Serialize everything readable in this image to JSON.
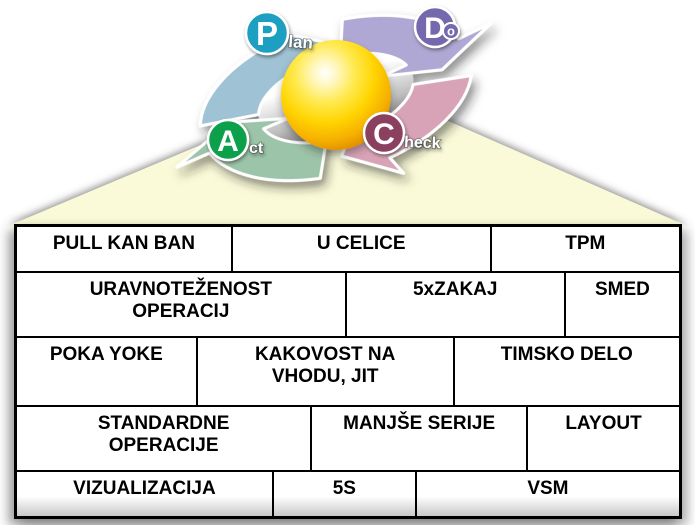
{
  "figure": {
    "title": "PDCA cycle over pyramid of lean tools",
    "pdca": {
      "segments": [
        {
          "id": "plan",
          "word": "Plan",
          "letter": "P",
          "rest": "lan",
          "arrow_color": "#9fc3d4",
          "badge_color": "#1d9fc0"
        },
        {
          "id": "do",
          "word": "Do",
          "letter": "D",
          "rest": "o",
          "arrow_color": "#b0a8d4",
          "badge_color": "#7467ad"
        },
        {
          "id": "check",
          "word": "Check",
          "letter": "C",
          "rest": "heck",
          "arrow_color": "#d8a3b6",
          "badge_color": "#8c3f5e"
        },
        {
          "id": "act",
          "word": "Act",
          "letter": "A",
          "rest": "ct",
          "arrow_color": "#9cc4a8",
          "badge_color": "#0da04c"
        }
      ],
      "sphere_color": "#ffd400",
      "pyramid_color": "#fafad8"
    }
  },
  "table": {
    "rows": [
      {
        "cells": [
          {
            "lines": [
              "PULL KAN BAN"
            ]
          },
          {
            "lines": [
              "U CELICE"
            ]
          },
          {
            "lines": [
              "TPM"
            ]
          }
        ]
      },
      {
        "cells": [
          {
            "lines": [
              "URAVNOTEŽENOST",
              "OPERACIJ"
            ]
          },
          {
            "lines": [
              "5xZAKAJ"
            ]
          },
          {
            "lines": [
              "SMED"
            ]
          }
        ]
      },
      {
        "cells": [
          {
            "lines": [
              "POKA YOKE"
            ]
          },
          {
            "lines": [
              "KAKOVOST NA",
              "VHODU, JIT"
            ]
          },
          {
            "lines": [
              "TIMSKO DELO"
            ]
          }
        ]
      },
      {
        "cells": [
          {
            "lines": [
              "STANDARDNE",
              "OPERACIJE"
            ]
          },
          {
            "lines": [
              "MANJŠE SERIJE"
            ]
          },
          {
            "lines": [
              "LAYOUT"
            ]
          }
        ]
      },
      {
        "cells": [
          {
            "lines": [
              "VIZUALIZACIJA"
            ]
          },
          {
            "lines": [
              "5S"
            ]
          },
          {
            "lines": [
              "VSM"
            ]
          }
        ]
      }
    ]
  }
}
